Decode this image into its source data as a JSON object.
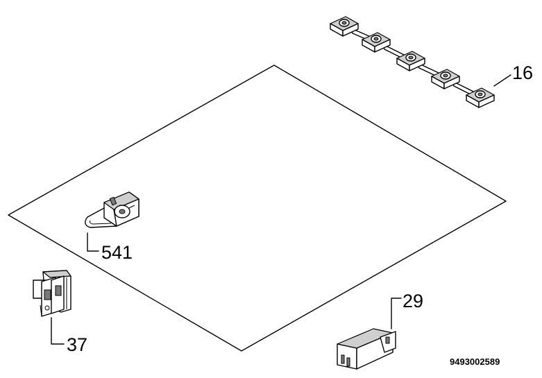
{
  "parts": {
    "p16": "16",
    "p541": "541",
    "p37": "37",
    "p29": "29"
  },
  "drawing_code": "9493002589",
  "icons": {
    "panel": "flat-panel-icon",
    "strip": "fastener-strip-icon",
    "latch": "latch-icon",
    "hinge": "hinge-icon",
    "bracket": "bracket-icon"
  }
}
